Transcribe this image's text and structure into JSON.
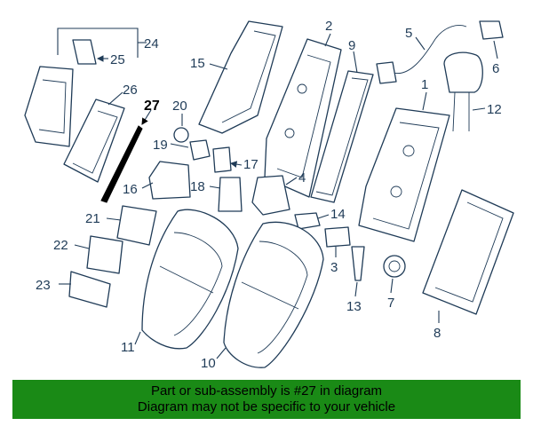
{
  "caption": {
    "line1": "Part or sub-assembly is #27 in diagram",
    "line2": "Diagram may not be specific to your vehicle",
    "background": "#1a8a16"
  },
  "callouts": {
    "c1": "1",
    "c2": "2",
    "c3": "3",
    "c4": "4",
    "c5": "5",
    "c6": "6",
    "c7": "7",
    "c8": "8",
    "c9": "9",
    "c10": "10",
    "c11": "11",
    "c12": "12",
    "c13": "13",
    "c14": "14",
    "c15": "15",
    "c16": "16",
    "c17": "17",
    "c18": "18",
    "c19": "19",
    "c20": "20",
    "c21": "21",
    "c22": "22",
    "c23": "23",
    "c24": "24",
    "c25": "25",
    "c26": "26",
    "c27": "27"
  },
  "colors": {
    "line": "#1f3b57",
    "highlight": "#000000"
  }
}
